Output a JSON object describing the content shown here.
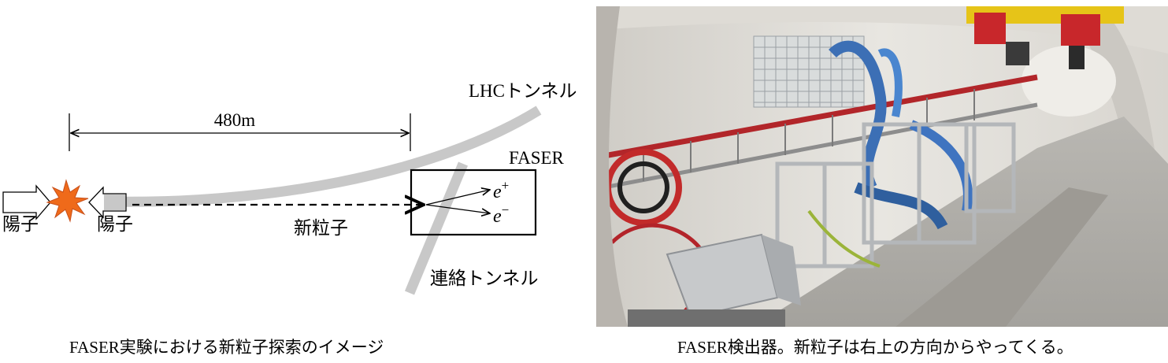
{
  "diagram": {
    "proton_left_label": "陽子",
    "proton_right_label": "陽子",
    "distance_label": "480m",
    "lhc_tunnel_label": "LHCトンネル",
    "faser_label": "FASER",
    "new_particle_label": "新粒子",
    "connecting_tunnel_label": "連絡トンネル",
    "electron_plus": {
      "base": "e",
      "sign": "+"
    },
    "electron_minus": {
      "base": "e",
      "sign": "−"
    }
  },
  "captions": {
    "left": "FASER実験における新粒子探索のイメージ",
    "right": "FASER検出器。新粒子は右上の方向からやってくる。"
  },
  "colors": {
    "tunnel": "#c8c8c8",
    "collision_fill": "#ef6a1a",
    "collision_stroke": "#c8501a"
  }
}
